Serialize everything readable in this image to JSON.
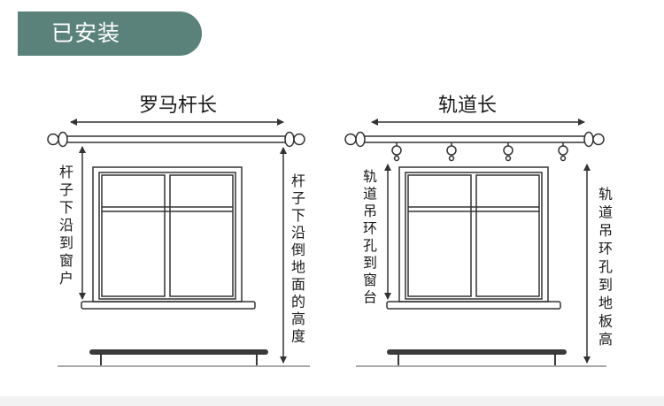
{
  "header": {
    "badge": "已安装"
  },
  "colors": {
    "badge_bg": "#5a827a",
    "line": "#333333",
    "bench": "#3a3a3a"
  },
  "left_diagram": {
    "title": "罗马杆长",
    "left_label": "杆子下沿到窗户",
    "right_label": "杆子下沿倒地面的高度"
  },
  "right_diagram": {
    "title": "轨道长",
    "left_label": "轨道吊环孔到窗台",
    "right_label": "轨道吊环孔到地板高"
  }
}
